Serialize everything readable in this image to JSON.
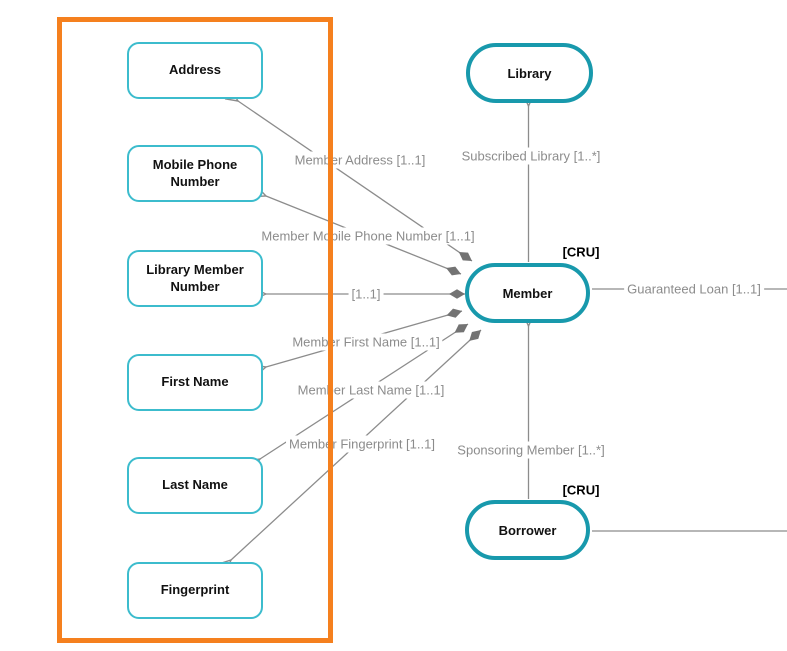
{
  "diagram": {
    "colors": {
      "entity_border": "#1899ac",
      "attribute_border": "#3cbccd",
      "highlight_frame": "#f5801e",
      "edge_line": "#8c8c8c",
      "edge_label_text": "#8c8c8c"
    },
    "attributes": [
      {
        "label": "Address"
      },
      {
        "label": "Mobile Phone Number"
      },
      {
        "label": "Library Member Number"
      },
      {
        "label": "First Name"
      },
      {
        "label": "Last Name"
      },
      {
        "label": "Fingerprint"
      }
    ],
    "entities": {
      "library": {
        "label": "Library"
      },
      "member": {
        "label": "Member",
        "crud": "[CRU]"
      },
      "borrower": {
        "label": "Borrower",
        "crud": "[CRU]"
      }
    },
    "edges": {
      "member_address": {
        "label": "Member Address [1..1]"
      },
      "member_mobile": {
        "label": "Member Mobile Phone Number [1..1]"
      },
      "member_lmn": {
        "label": "[1..1]"
      },
      "member_first_name": {
        "label": "Member First Name [1..1]"
      },
      "member_last_name": {
        "label": "Member Last Name [1..1]"
      },
      "member_fingerprint": {
        "label": "Member Fingerprint [1..1]"
      },
      "subscribed_library": {
        "label": "Subscribed Library [1..*]"
      },
      "sponsoring_member": {
        "label": "Sponsoring Member [1..*]"
      },
      "guaranteed_loan": {
        "label": "Guaranteed Loan [1..1]"
      }
    }
  }
}
